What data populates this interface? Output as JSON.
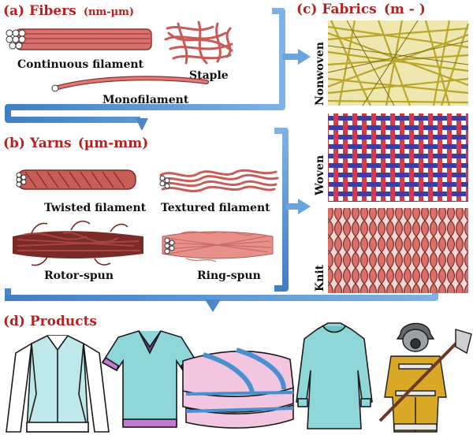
{
  "sections": {
    "fibers": {
      "prefix": "(a) Fibers",
      "scale": "(nm-µm)",
      "items": {
        "continuous": "Continuous filament",
        "staple": "Staple",
        "mono": "Monofilament"
      }
    },
    "yarns": {
      "prefix": "(b) Yarns",
      "scale": "(µm-mm)",
      "items": {
        "twisted": "Twisted filament",
        "textured": "Textured filament",
        "rotor": "Rotor-spun",
        "ring": "Ring-spun"
      }
    },
    "fabrics": {
      "prefix": "(c) Fabrics",
      "scale": "(m - )",
      "items": {
        "nonwoven": "Nonwoven",
        "woven": "Woven",
        "knit": "Knit"
      }
    },
    "products": {
      "prefix": "(d) Products"
    }
  },
  "colors": {
    "title_red": "#b22222",
    "fiber": "#d9706b",
    "fiber_dark": "#8a3431",
    "arrow_blue": "#4a86c8",
    "nonwoven": "#b8a72a",
    "woven_red": "#d33b4b",
    "woven_blue": "#3c3ea8",
    "knit": "#d9706b",
    "garment_teal": "#8fd6d8",
    "blanket_pink": "#f2c6e0",
    "firefighter_yellow": "#d8a826"
  },
  "icons": [
    "jacket-icon",
    "tshirt-icon",
    "blanket-icon",
    "gown-icon",
    "firefighter-icon"
  ]
}
